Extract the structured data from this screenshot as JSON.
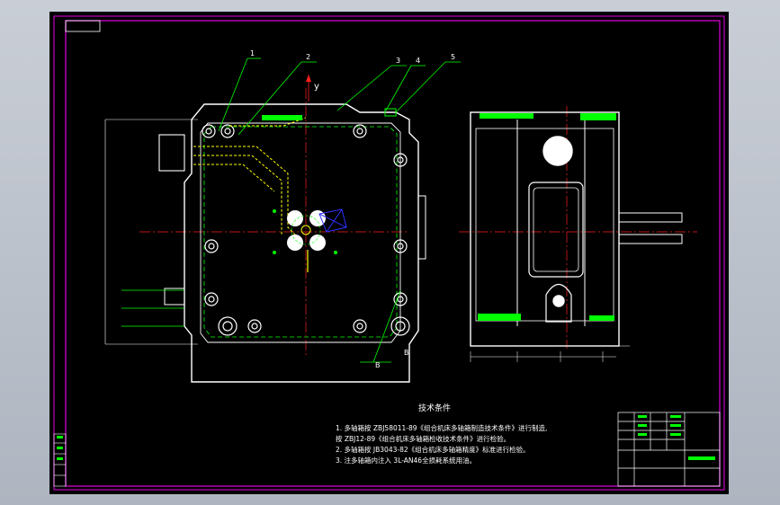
{
  "colors": {
    "frame": "#c000c0",
    "outline": "#ffffff",
    "center_line": "#ff2020",
    "leader": "#00ff00",
    "hatch": "#00ff00",
    "oil_path": "#ffff00",
    "origin_marker": "#3030ff"
  },
  "axis_label": "y",
  "part_numbers": [
    "1",
    "2",
    "3",
    "4",
    "5"
  ],
  "section_marks": [
    "B",
    "B"
  ],
  "tech_req": {
    "title": "技术条件",
    "items": [
      "1. 多轴箱按 ZBJ58011-89《组合机床多轴箱制造技术条件》进行制造,",
      "   按 ZBJ12-89《组合机床多轴箱检收技术条件》进行检验。",
      "2. 多轴箱按 JB3043-82《组合机床多轴箱精度》标准进行检验。",
      "3. 注多轴箱内注入 3L-AN46全损耗系统用油。"
    ]
  }
}
